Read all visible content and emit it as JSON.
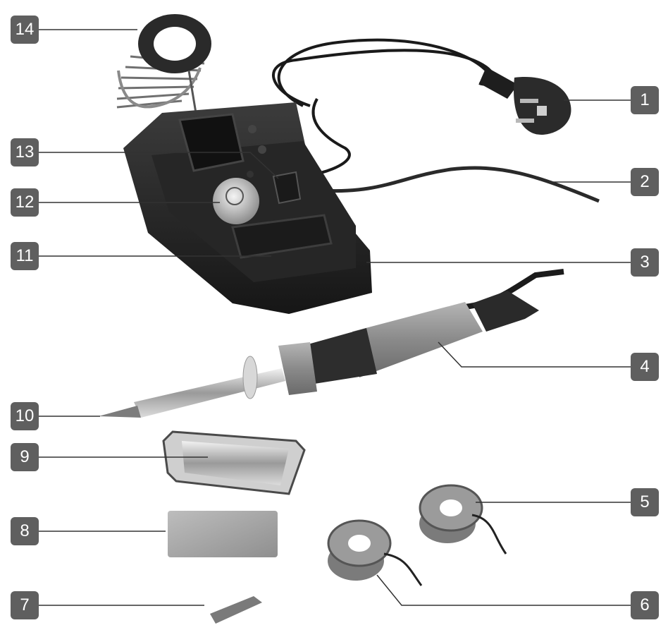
{
  "labels": [
    {
      "id": "1",
      "text": "1",
      "part": "mains plug"
    },
    {
      "id": "2",
      "text": "2",
      "part": "power cable"
    },
    {
      "id": "3",
      "text": "3",
      "part": "base station"
    },
    {
      "id": "4",
      "text": "4",
      "part": "soldering iron handle"
    },
    {
      "id": "5",
      "text": "5",
      "part": "solder reel"
    },
    {
      "id": "6",
      "text": "6",
      "part": "solder reel"
    },
    {
      "id": "7",
      "text": "7",
      "part": "spare tip"
    },
    {
      "id": "8",
      "text": "8",
      "part": "cleaning sponge"
    },
    {
      "id": "9",
      "text": "9",
      "part": "sponge tray"
    },
    {
      "id": "10",
      "text": "10",
      "part": "soldering tip"
    },
    {
      "id": "11",
      "text": "11",
      "part": "sponge slot"
    },
    {
      "id": "12",
      "text": "12",
      "part": "temperature knob"
    },
    {
      "id": "13",
      "text": "13",
      "part": "power switch"
    },
    {
      "id": "14",
      "text": "14",
      "part": "iron holder spring"
    }
  ],
  "colors": {
    "badge": "#5f5f5f",
    "badge_text": "#ffffff",
    "leader": "#333333"
  }
}
